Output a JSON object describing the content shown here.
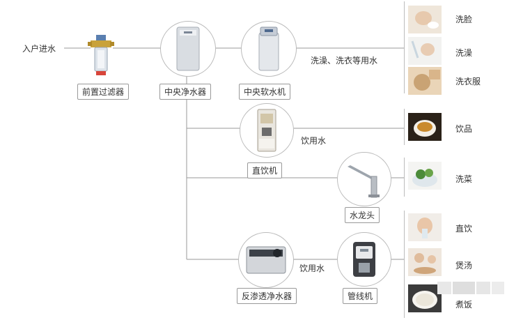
{
  "inlet_label": "入户进水",
  "devices": {
    "prefilter": "前置过滤器",
    "central_purifier": "中央净水器",
    "central_softener": "中央软水机",
    "drinking_machine": "直饮机",
    "faucet": "水龙头",
    "ro_purifier": "反渗透净水器",
    "pipeline_machine": "管线机"
  },
  "flow_labels": {
    "bath_laundry": "洗澡、洗衣等用水",
    "drink_water_1": "饮用水",
    "drink_water_2": "饮用水"
  },
  "uses": {
    "wash_face": "洗脸",
    "shower": "洗澡",
    "laundry": "洗衣服",
    "beverage": "饮品",
    "wash_veg": "洗菜",
    "direct_drink": "直饮",
    "soup": "煲汤",
    "cook_rice": "煮饭"
  }
}
